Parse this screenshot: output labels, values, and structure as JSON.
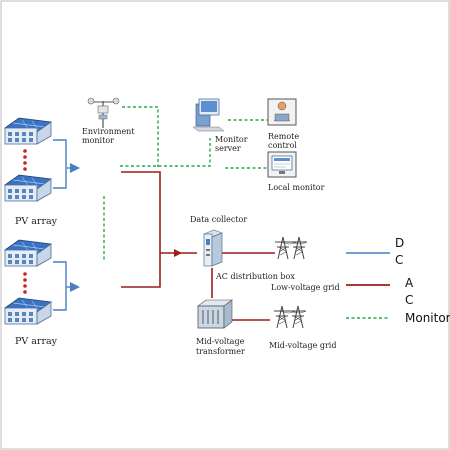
{
  "labels": {
    "pv_array_top": "PV array",
    "pv_array_bottom": "PV array",
    "env_monitor_1": "Environment",
    "env_monitor_2": "monitor",
    "monitor_server_1": "Monitor",
    "monitor_server_2": "server",
    "remote_control_1": "Remote",
    "remote_control_2": "control",
    "local_monitor": "Local monitor",
    "data_collector": "Data collector",
    "ac_distribution_box": "AC distribution box",
    "low_voltage_grid": "Low-voltage grid",
    "mid_voltage_transformer_1": "Mid-voltage",
    "mid_voltage_transformer_2": "transformer",
    "mid_voltage_grid": "Mid-voltage grid"
  },
  "legend": {
    "dc_1": "D",
    "dc_2": "C",
    "ac_1": "A",
    "ac_2": "C",
    "monitor": "Monitor"
  },
  "colors": {
    "dc": "#4a7fc1",
    "ac": "#9b1d1d",
    "monitor": "#2aa84a",
    "frame": "#aaaaaa"
  }
}
